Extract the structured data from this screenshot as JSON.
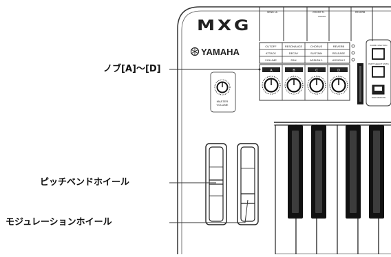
{
  "logo": "MXG",
  "brand": "YAMAHA",
  "callouts": {
    "knobs": "ノブ[A]～[D]",
    "pitch_bend": "ピッチベンドホイール",
    "modulation": "モジュレーションホイール"
  },
  "master_volume": [
    "MASTER",
    "VOLUME"
  ],
  "knob_function_rows": [
    [
      "CUTOFF",
      "RESONANCE",
      "CHORUS",
      "REVERB"
    ],
    [
      "ATTACK",
      "DECAY",
      "SUSTAIN",
      "RELEASE"
    ],
    [
      "VOLUME",
      "PAN",
      "ASSIGN 1",
      "ASSIGN 2"
    ]
  ],
  "knob_letters": [
    "A",
    "B",
    "C",
    "D"
  ],
  "top_strip_labels": [
    "SEND 1A",
    "CROSS TL",
    "ASSIGN",
    "REVERB"
  ],
  "right_buttons": [
    {
      "label": "KNOB FUNCTION"
    },
    {
      "label": "PART SELECT MUTE"
    },
    {
      "label": "DAW REMOTE"
    }
  ]
}
